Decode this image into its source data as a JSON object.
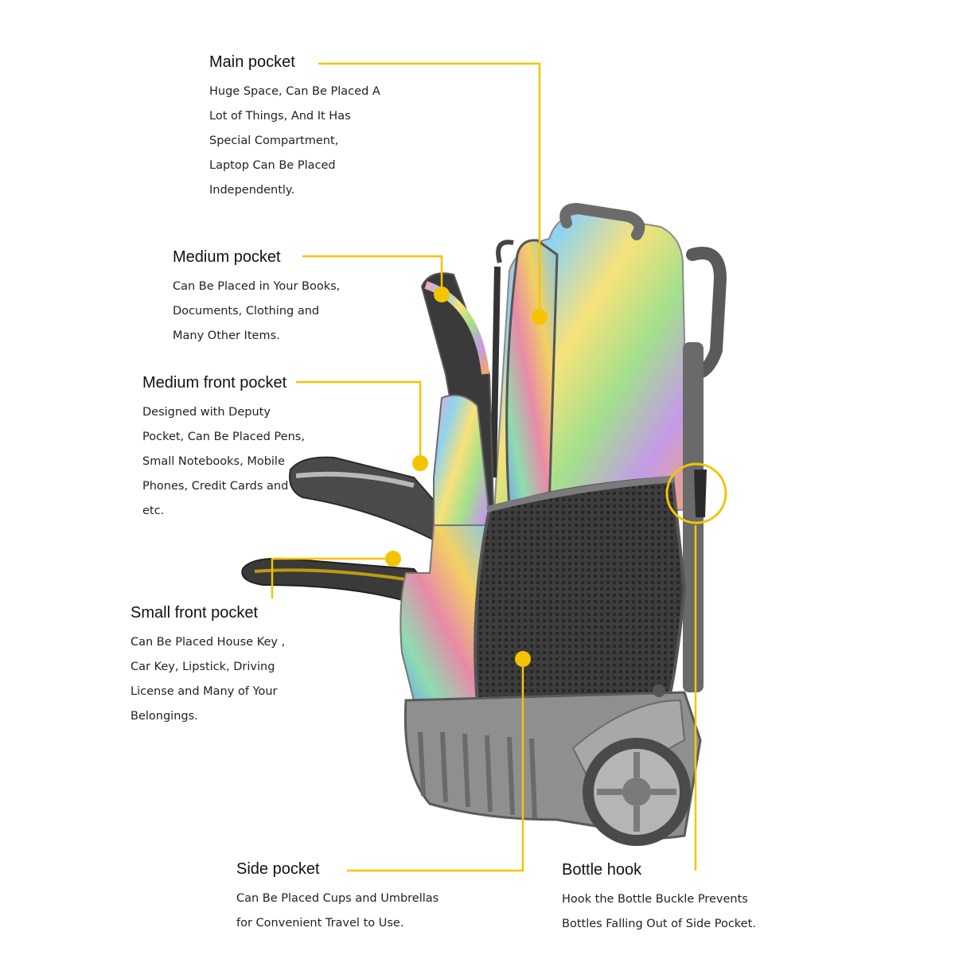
{
  "accent_color": "#f5c400",
  "callouts": [
    {
      "title": "Main pocket",
      "lines": [
        "Huge Space, Can Be Placed A",
        "Lot of Things, And It Has",
        "Special Compartment,",
        "Laptop Can Be Placed",
        "Independently."
      ]
    },
    {
      "title": "Medium pocket",
      "lines": [
        "Can Be Placed in Your Books,",
        "Documents, Clothing and",
        "Many Other Items."
      ]
    },
    {
      "title": "Medium front pocket",
      "lines": [
        "Designed with Deputy",
        "Pocket, Can Be Placed Pens,",
        "Small Notebooks, Mobile",
        "Phones, Credit Cards and",
        "etc."
      ]
    },
    {
      "title": "Small front pocket",
      "lines": [
        "Can Be Placed House Key ,",
        "Car Key, Lipstick, Driving",
        "License and Many of Your",
        "Belongings."
      ]
    },
    {
      "title": "Side pocket",
      "lines": [
        "Can Be Placed Cups and Umbrellas",
        "for Convenient Travel to Use."
      ]
    },
    {
      "title": "Bottle hook",
      "lines": [
        "Hook the Bottle Buckle Prevents",
        "Bottles Falling Out of Side Pocket."
      ]
    }
  ]
}
